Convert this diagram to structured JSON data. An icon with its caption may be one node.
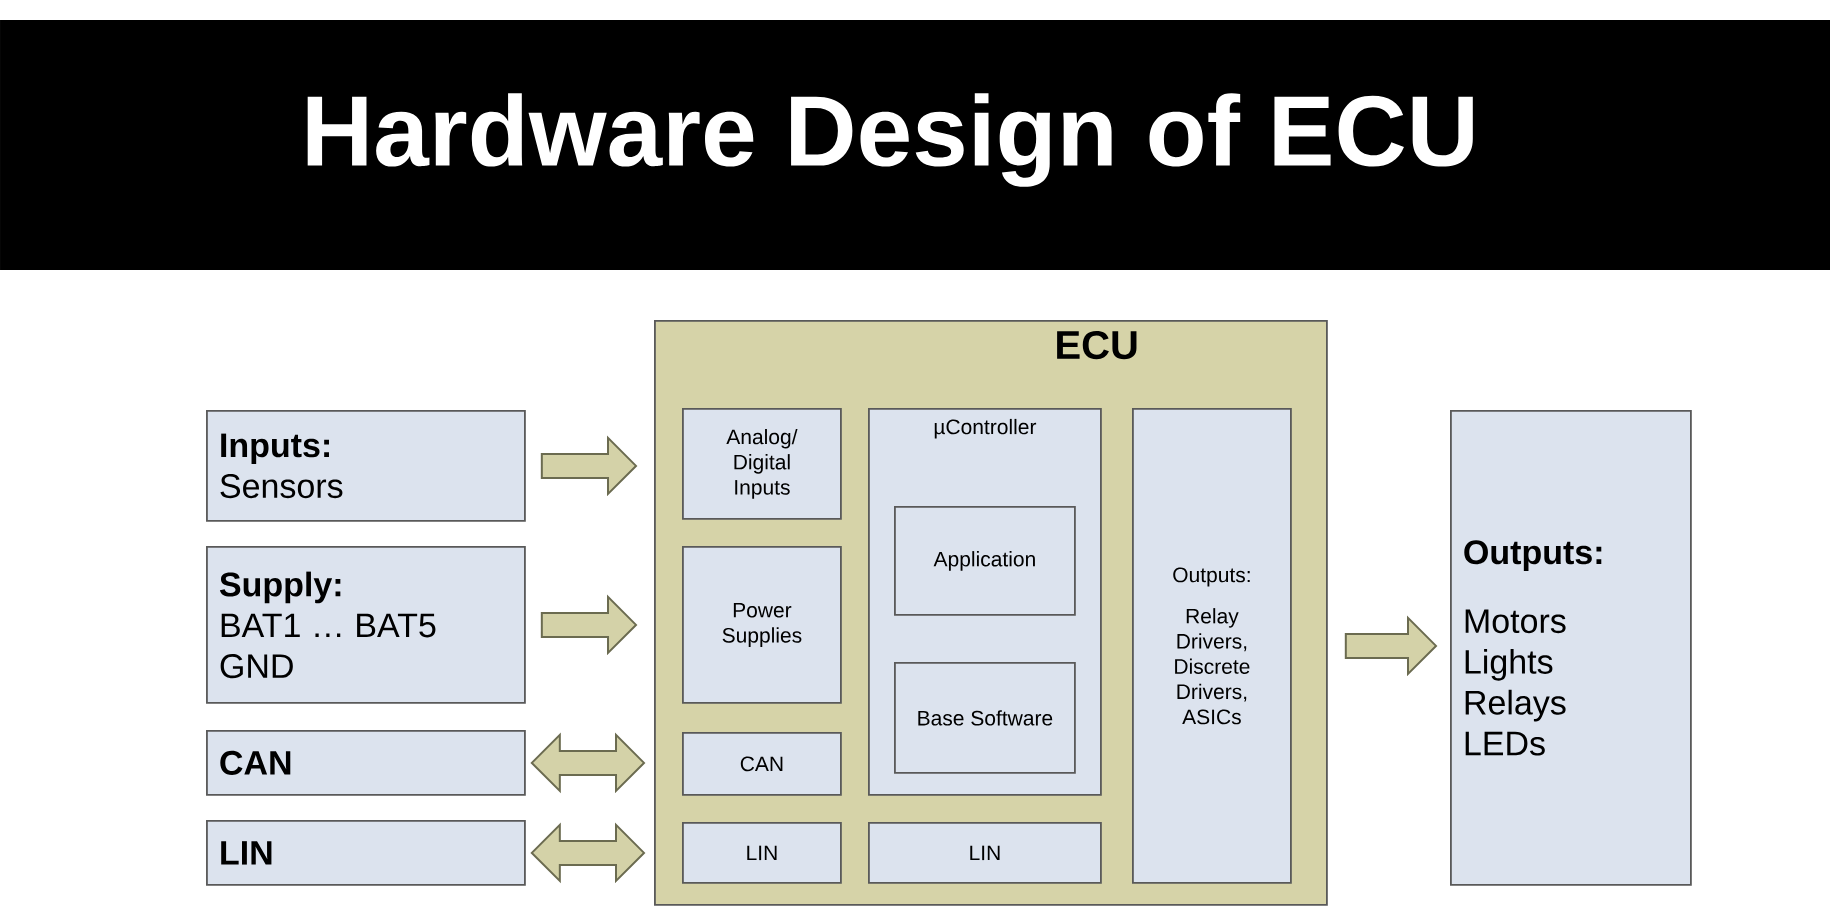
{
  "diagram": {
    "title": "Hardware Design of ECU",
    "nodes": [
      {
        "text": [
          "Inputs:",
          "Sensors"
        ]
      },
      {
        "text": [
          "Supply:",
          "BAT1 … BAT5",
          "GND"
        ]
      },
      {
        "text": [
          "CAN"
        ]
      },
      {
        "text": [
          "LIN"
        ]
      },
      {
        "text": [
          "ECU"
        ]
      },
      {
        "text": [
          "Analog/ Digital Inputs"
        ],
        "in": 4
      },
      {
        "text": [
          "Power Supplies"
        ],
        "in": 4
      },
      {
        "text": [
          "CAN"
        ],
        "in": 4
      },
      {
        "text": [
          "LIN"
        ],
        "in": 4
      },
      {
        "text": [
          "µController"
        ],
        "in": 4
      },
      {
        "text": [
          "Application"
        ],
        "in": 9
      },
      {
        "text": [
          "Base Software"
        ],
        "in": 9
      },
      {
        "text": [
          "LIN"
        ],
        "in": 4
      },
      {
        "text": [
          "Outputs:",
          "Relay Drivers, Discrete Drivers, ASICs"
        ],
        "in": 4
      },
      {
        "text": [
          "Outputs:",
          "Motors",
          "Lights",
          "Relays",
          "LEDs"
        ]
      }
    ],
    "edges": [
      {
        "from": 0,
        "to": 5,
        "arrow": "to"
      },
      {
        "from": 1,
        "to": 6,
        "arrow": "to"
      },
      {
        "from": 2,
        "to": 7,
        "arrow": "both"
      },
      {
        "from": 3,
        "to": 8,
        "arrow": "both"
      },
      {
        "from": 13,
        "to": 14,
        "arrow": "to"
      }
    ]
  }
}
